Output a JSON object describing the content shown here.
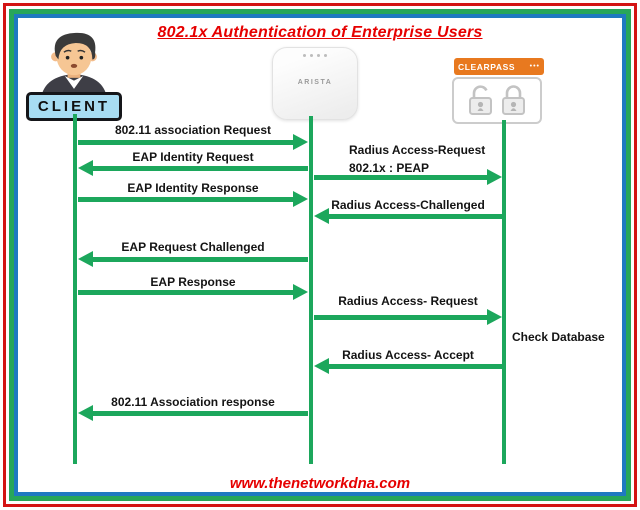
{
  "title": "802.1x Authentication of Enterprise Users",
  "footer": "www.thenetworkdna.com",
  "actors": {
    "client": {
      "label": "CLIENT"
    },
    "access_point": {
      "label": "ARISTA"
    },
    "server": {
      "label": "CLEARPASS",
      "menu_dots": "•••"
    }
  },
  "messages": [
    {
      "label": "802.11 association Request",
      "from": "client",
      "to": "access_point",
      "direction": "right"
    },
    {
      "label": "EAP Identity Request",
      "from": "access_point",
      "to": "client",
      "direction": "left"
    },
    {
      "label": "EAP Identity Response",
      "from": "client",
      "to": "access_point",
      "direction": "right"
    },
    {
      "label": "Radius Access-Request",
      "sublabel": "802.1x : PEAP",
      "from": "access_point",
      "to": "server",
      "direction": "right"
    },
    {
      "label": "Radius Access-Challenged",
      "from": "server",
      "to": "access_point",
      "direction": "left"
    },
    {
      "label": "EAP Request Challenged",
      "from": "access_point",
      "to": "client",
      "direction": "left"
    },
    {
      "label": "EAP Response",
      "from": "client",
      "to": "access_point",
      "direction": "right"
    },
    {
      "label": "Radius Access- Request",
      "from": "access_point",
      "to": "server",
      "direction": "right"
    },
    {
      "label": "Radius Access- Accept",
      "from": "server",
      "to": "access_point",
      "direction": "left"
    },
    {
      "label": "802.11 Association response",
      "from": "access_point",
      "to": "client",
      "direction": "left"
    }
  ],
  "annotations": {
    "check_database": "Check Database"
  },
  "colors": {
    "arrow_green": "#1ca75c",
    "title_red": "#e60000",
    "border_red": "#d31414",
    "border_green": "#27a65a",
    "border_blue": "#1f79c1",
    "clearpass_orange": "#e8791f",
    "client_banner_blue": "#a7dcf2"
  }
}
